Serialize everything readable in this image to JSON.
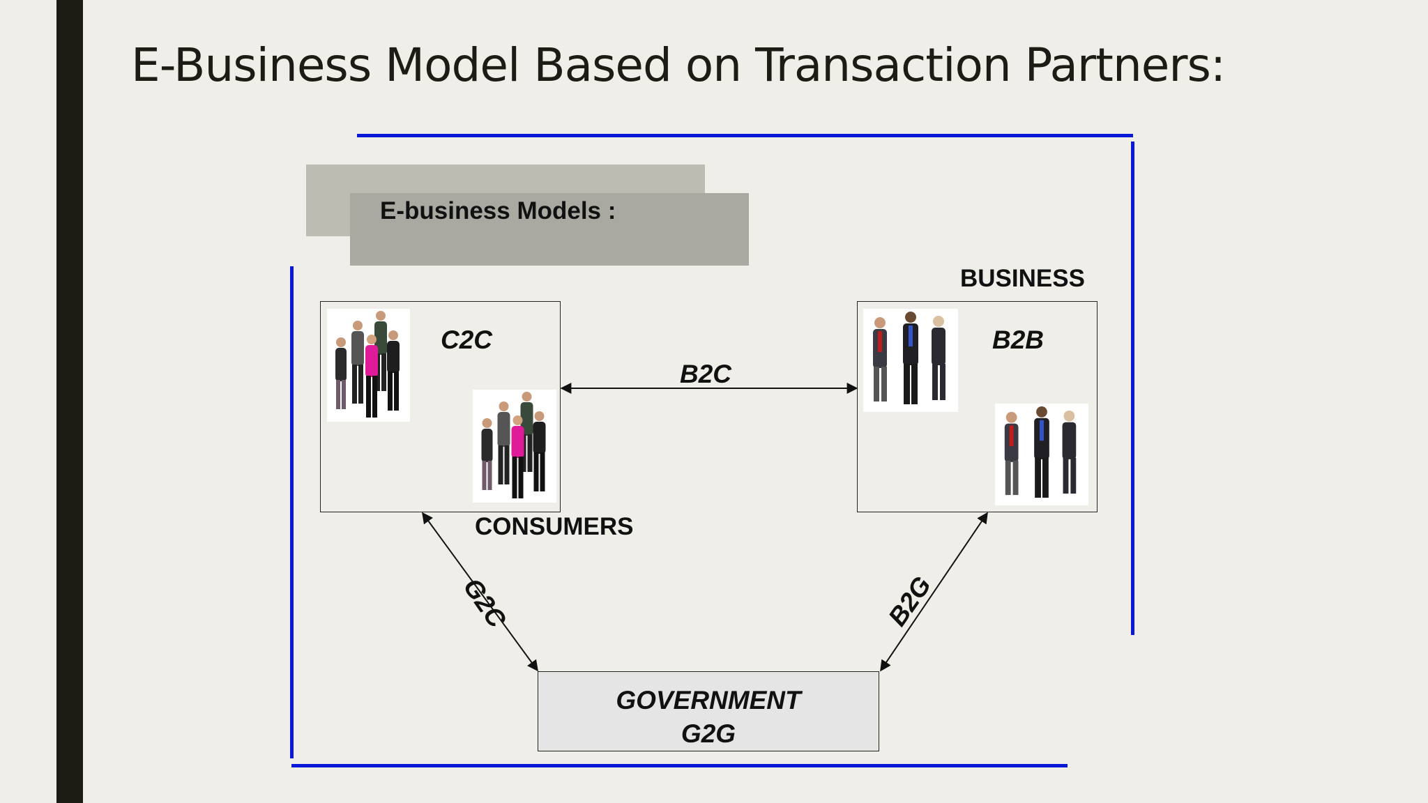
{
  "slide": {
    "title": "E-Business Model Based on Transaction Partners:"
  },
  "diagram": {
    "models_label": "E-business Models :",
    "nodes": {
      "consumers": {
        "label": "CONSUMERS",
        "inner_label": "C2C"
      },
      "business": {
        "label": "BUSINESS",
        "inner_label": "B2B"
      },
      "government": {
        "label": "GOVERNMENT",
        "inner_label": "G2G"
      }
    },
    "edges": {
      "b2c": "B2C",
      "g2c": "G2C",
      "b2g": "B2G"
    }
  },
  "colors": {
    "frame_line": "#0a18d8",
    "left_bar": "#1c1b14",
    "background": "#efeee8"
  },
  "icons": {
    "consumer_group": "people-group-casual-icon",
    "business_group": "people-group-business-icon"
  }
}
